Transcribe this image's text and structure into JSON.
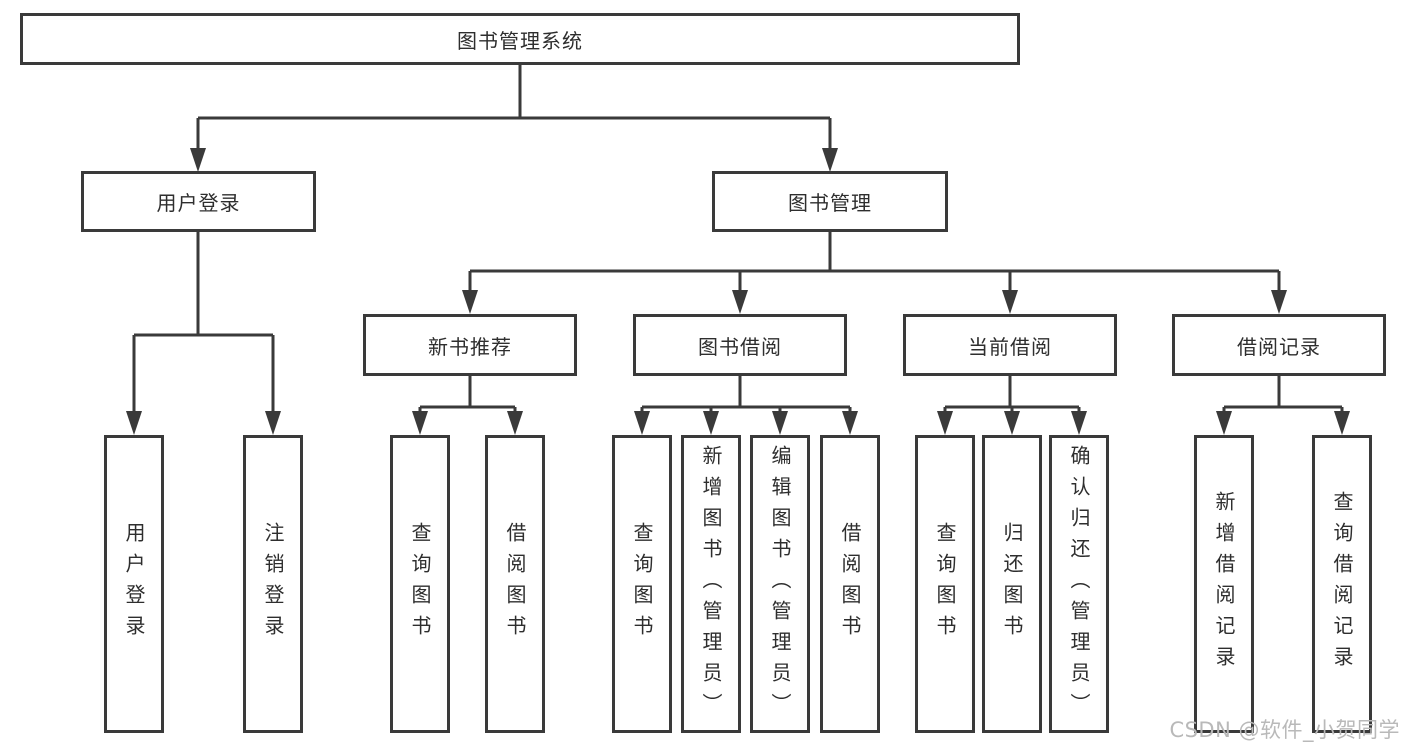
{
  "colors": {
    "line": "#3a3a3a",
    "text": "#2e2e2e",
    "background": "#ffffff",
    "watermark": "#b9b9b9"
  },
  "watermark": {
    "text": "CSDN @软件_小贺同学"
  },
  "tree": {
    "root": {
      "label": "图书管理系统"
    },
    "children": [
      {
        "label": "用户登录",
        "children": [
          {
            "label": "用户登录"
          },
          {
            "label": "注销登录"
          }
        ]
      },
      {
        "label": "图书管理",
        "children": [
          {
            "label": "新书推荐",
            "children": [
              {
                "label": "查询图书"
              },
              {
                "label": "借阅图书"
              }
            ]
          },
          {
            "label": "图书借阅",
            "children": [
              {
                "label": "查询图书"
              },
              {
                "label": "新增图书（管理员）"
              },
              {
                "label": "编辑图书（管理员）"
              },
              {
                "label": "借阅图书"
              }
            ]
          },
          {
            "label": "当前借阅",
            "children": [
              {
                "label": "查询图书"
              },
              {
                "label": "归还图书"
              },
              {
                "label": "确认归还（管理员）"
              }
            ]
          },
          {
            "label": "借阅记录",
            "children": [
              {
                "label": "新增借阅记录"
              },
              {
                "label": "查询借阅记录"
              }
            ]
          }
        ]
      }
    ]
  }
}
